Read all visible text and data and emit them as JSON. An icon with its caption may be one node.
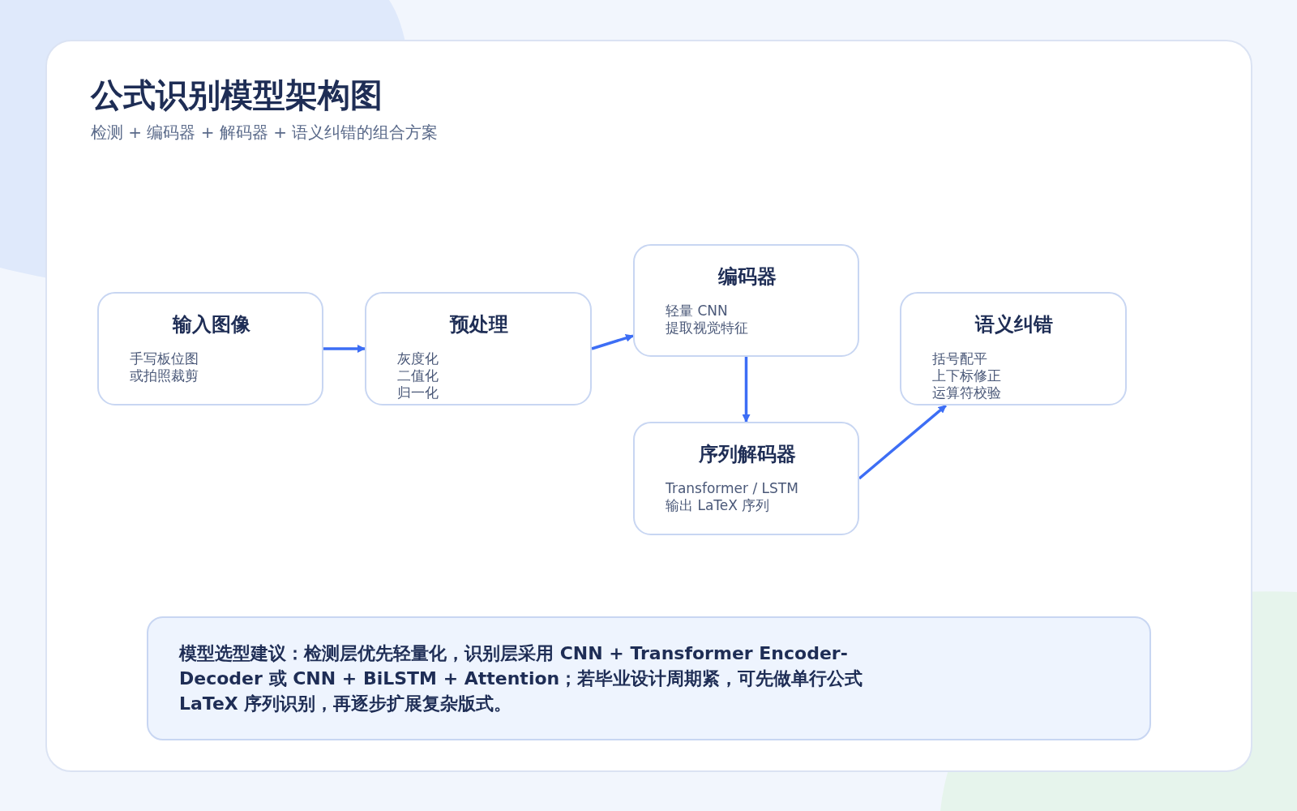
{
  "diagram": {
    "title": "公式识别模型架构图",
    "labels": [
      "检测 + 编码器 + 解码器 + 语义纠错的组合方案"
    ],
    "nodes": [
      {
        "text": [
          "输入图像",
          "手写板位图",
          "或拍照裁剪"
        ]
      },
      {
        "text": [
          "预处理",
          "灰度化",
          "二值化",
          "归一化"
        ]
      },
      {
        "text": [
          "编码器",
          "轻量 CNN",
          "提取视觉特征"
        ]
      },
      {
        "text": [
          "序列解码器",
          "Transformer / LSTM",
          "输出 LaTeX 序列"
        ]
      },
      {
        "text": [
          "语义纠错",
          "括号配平",
          "上下标修正",
          "运算符校验"
        ]
      },
      {
        "text": [
          "模型选型建议：检测层优先轻量化，识别层采用 CNN + Transformer Encoder-Decoder 或 CNN + BiLSTM + Attention；若毕业设计周期紧，可先做单行公式 LaTeX 序列识别，再逐步扩展复杂版式。"
        ]
      }
    ],
    "edges": [
      {
        "from": 0,
        "to": 1,
        "arrow": "to"
      },
      {
        "from": 1,
        "to": 2,
        "arrow": "to"
      },
      {
        "from": 2,
        "to": 3,
        "arrow": "to"
      },
      {
        "from": 3,
        "to": 4,
        "arrow": "to"
      }
    ]
  }
}
